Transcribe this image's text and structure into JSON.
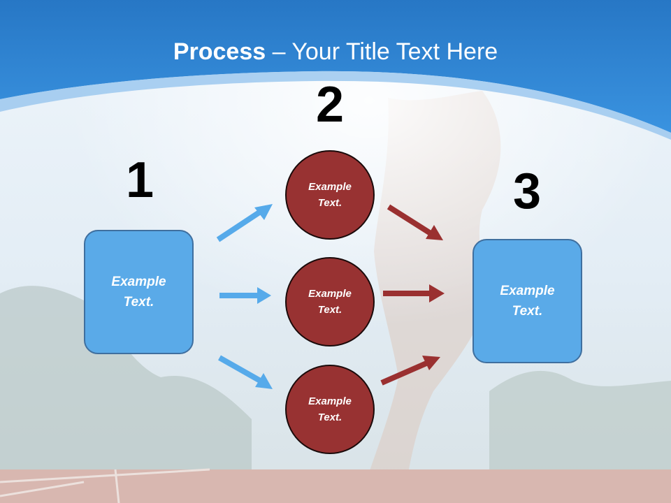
{
  "title": {
    "bold": "Process",
    "rest": " – Your Title Text Here"
  },
  "steps": [
    {
      "number": "1",
      "text": "Example\nText."
    },
    {
      "number": "2"
    },
    {
      "number": "3",
      "text": "Example\nText."
    }
  ],
  "circles": [
    {
      "text": "Example\nText."
    },
    {
      "text": "Example\nText."
    },
    {
      "text": "Example\nText."
    }
  ],
  "colors": {
    "header_blue": "#2f86d6",
    "box_blue": "#5aaae8",
    "circle_red": "#983232",
    "arrow_blue": "#56aaea",
    "arrow_red": "#9a3030"
  }
}
